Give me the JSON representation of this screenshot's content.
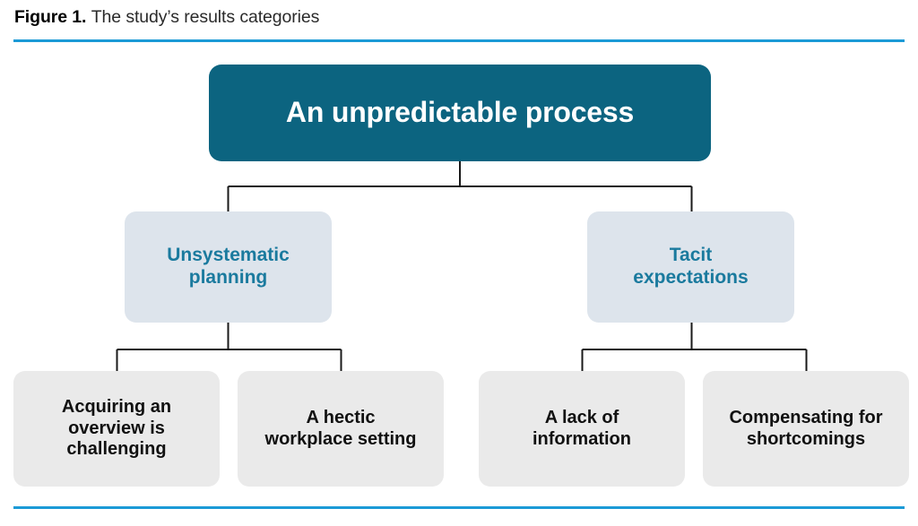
{
  "figure": {
    "caption_label": "Figure 1.",
    "caption_text": "The study’s results categories",
    "rule_color": "#1b9ad6"
  },
  "colors": {
    "root_bg": "#0c6480",
    "root_text": "#ffffff",
    "category_bg": "#dde4ec",
    "category_text": "#1a7a9e",
    "subcategory_bg": "#eaeaea",
    "subcategory_text": "#111111",
    "connector_line": "#1a1a1a",
    "accent_rule": "#1b9ad6"
  },
  "chart_data": {
    "type": "diagram",
    "diagram_kind": "hierarchy-tree",
    "title": "The study’s results categories",
    "levels": 3,
    "root": {
      "id": "root",
      "label": "An unpredictable process",
      "children": [
        {
          "id": "cat-unsystematic-planning",
          "label": "Unsystematic\nplanning",
          "children": [
            {
              "id": "sub-acquiring-overview",
              "label": "Acquiring an\noverview is\nchallenging"
            },
            {
              "id": "sub-hectic-workplace",
              "label": "A hectic\nworkplace setting"
            }
          ]
        },
        {
          "id": "cat-tacit-expectations",
          "label": "Tacit\nexpectations",
          "children": [
            {
              "id": "sub-lack-of-information",
              "label": "A lack of\ninformation"
            },
            {
              "id": "sub-compensating-shortcomings",
              "label": "Compensating for\nshortcomings"
            }
          ]
        }
      ]
    }
  },
  "nodes": {
    "root": {
      "label": "An unpredictable process"
    },
    "categories": [
      {
        "label": "Unsystematic\nplanning"
      },
      {
        "label": "Tacit\nexpectations"
      }
    ],
    "subcategories": [
      {
        "label": "Acquiring an\noverview is\nchallenging"
      },
      {
        "label": "A hectic\nworkplace setting"
      },
      {
        "label": "A lack of\ninformation"
      },
      {
        "label": "Compensating for\nshortcomings"
      }
    ]
  }
}
